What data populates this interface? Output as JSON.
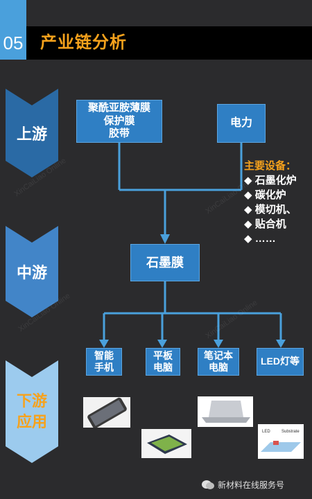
{
  "header": {
    "number": "05",
    "title": "产业链分析"
  },
  "stages": {
    "upstream": "上游",
    "midstream": "中游",
    "downstream": "下游\n应用"
  },
  "nodes": {
    "films": "聚酰亚胺薄膜\n保护膜\n胶带",
    "power": "电力",
    "graphite": "石墨膜",
    "phone": "智能\n手机",
    "tablet": "平板\n电脑",
    "laptop": "笔记本\n电脑",
    "led": "LED灯等"
  },
  "equipment": {
    "heading": "主要设备：",
    "items": [
      "◆ 石墨化炉",
      "◆ 碳化炉",
      "◆ 模切机、",
      "◆ 贴合机",
      "◆ ……"
    ]
  },
  "images": {
    "led_label": "LED",
    "substrate_label": "Substrate"
  },
  "footer": {
    "brand": "新材料在线服务号"
  },
  "colors": {
    "accent_blue": "#4aa0dc",
    "box_blue": "#2f7fc4",
    "orange": "#f6a21c",
    "header_black": "#000000"
  }
}
